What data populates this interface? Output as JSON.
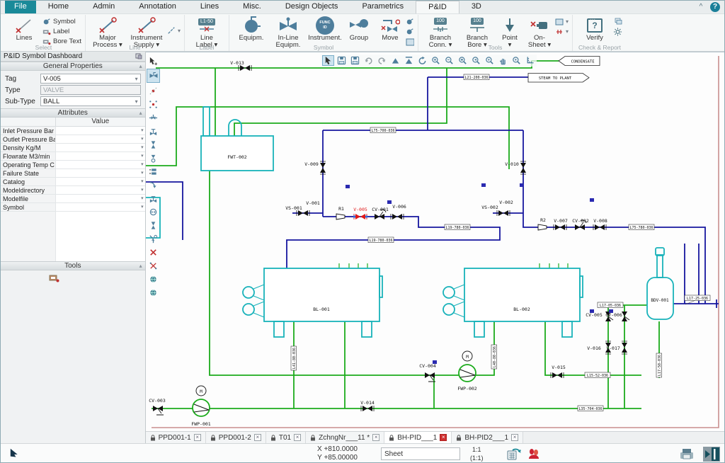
{
  "window": {
    "help_glyph": "?",
    "collapse_glyph": "^"
  },
  "colors": {
    "accent_teal": "#1a8a99",
    "process_green": "#1cab1c",
    "steam_navy": "#16169e",
    "equipment_cyan": "#18b2ba",
    "selected_red": "#e01818",
    "sheet_border_pink": "#c98f8f",
    "ribbon_icon_steel": "#4e7e9c"
  },
  "ribbon": {
    "tabs": [
      "File",
      "Home",
      "Admin",
      "Annotation",
      "Lines",
      "Misc.",
      "Design Objects",
      "Parametrics",
      "P&ID",
      "3D"
    ],
    "active_tab": "P&ID",
    "groups": {
      "select": {
        "title": "Select",
        "big0": "Lines",
        "small": [
          "Symbol",
          "Label",
          "Bore Text"
        ]
      },
      "line": {
        "title": "Line",
        "big": [
          "Major\nProcess ▾",
          "Instrument\nSupply ▾"
        ]
      },
      "label": {
        "title": "Label",
        "big0": "Line\nLabel ▾",
        "badge": "L1-50"
      },
      "symbol": {
        "title": "Symbol",
        "big": [
          "Equipm.",
          "In-Line\nEquipm.",
          "Instrument.",
          "Group",
          "Move"
        ]
      },
      "tools": {
        "title": "Tools",
        "big": [
          "Branch\nConn. ▾",
          "Branch\nBore ▾",
          "Point\n▾",
          "On-\nSheet ▾"
        ],
        "badge_conn": "100",
        "badge_bore": "100"
      },
      "check": {
        "title": "Check & Report",
        "big0": "Verify"
      }
    },
    "icon_texts": {
      "func": "FUNC",
      "id": "ID",
      "verify": "?"
    }
  },
  "canvas_toolbar": {
    "icons": [
      "select-arrow",
      "save",
      "save-as",
      "undo",
      "redo",
      "zoom-top",
      "zoom-extent-top",
      "refresh",
      "zoom-in",
      "zoom-out",
      "zoom-window",
      "zoom-previous",
      "zoom-all",
      "pan-hand",
      "visual-select",
      "measure"
    ]
  },
  "left_toolbar": {
    "icons": [
      "cursor-plus",
      "inline-valve",
      "point-marker",
      "scatter-symbols",
      "branch-point",
      "tee-valve",
      "vertical-valve",
      "three-way-valve",
      "xy-coords",
      "elbow-valve",
      "actuated-valve",
      "circle-valve",
      "actuated-valve-2",
      "angle-valve",
      "delete-x",
      "delete-x-2",
      "world-view",
      "world-select"
    ]
  },
  "sidebar": {
    "title": "P&ID Symbol Dashboard",
    "sections": {
      "general": "General Properties",
      "attributes": "Attributes",
      "tools": "Tools"
    },
    "fields": [
      {
        "label": "Tag",
        "value": "V-005"
      },
      {
        "label": "Type",
        "value": "VALVE"
      },
      {
        "label": "Sub-Type",
        "value": "BALL"
      }
    ],
    "attributes": {
      "value_header": "Value",
      "rows": [
        "Inlet Pressure Bar",
        "Outlet Pressure Bar",
        "Density Kg/M",
        "Flowrate M3/min",
        "Operating Temp C",
        "Failure State",
        "Catalog",
        "Modeldirectory",
        "Modelfile",
        "Symbol"
      ]
    }
  },
  "diagram": {
    "flags": {
      "condensate": "CONDENSATE",
      "steam": "STEAM TO PLANT"
    },
    "tags": [
      {
        "t": "FWT-002"
      },
      {
        "t": "BL-001"
      },
      {
        "t": "BL-002"
      },
      {
        "t": "BDV-001"
      },
      {
        "t": "FWP-001"
      },
      {
        "t": "FWP-002"
      },
      {
        "t": "V-013"
      },
      {
        "t": "V-009"
      },
      {
        "t": "V-010"
      },
      {
        "t": "VS-001"
      },
      {
        "t": "V-001"
      },
      {
        "t": "R1"
      },
      {
        "t": "V-005"
      },
      {
        "t": "CV-001"
      },
      {
        "t": "V-006"
      },
      {
        "t": "VS-002"
      },
      {
        "t": "V-002"
      },
      {
        "t": "R2"
      },
      {
        "t": "V-007"
      },
      {
        "t": "CV-002"
      },
      {
        "t": "V-008"
      },
      {
        "t": "CV-003"
      },
      {
        "t": "V-014"
      },
      {
        "t": "CV-004"
      },
      {
        "t": "V-015"
      },
      {
        "t": "CV-005"
      },
      {
        "t": "CV-006"
      },
      {
        "t": "V-016"
      },
      {
        "t": "V-017"
      },
      {
        "t": "M"
      },
      {
        "t": "M"
      }
    ],
    "line_labels": [
      {
        "t": "L75-700-036"
      },
      {
        "t": "L21-200-036"
      },
      {
        "t": "L19-780-036"
      },
      {
        "t": "L19-780-036"
      },
      {
        "t": "L75-780-036"
      },
      {
        "t": "L17-05-036"
      },
      {
        "t": "L17-25-036"
      },
      {
        "t": "L15-52-036"
      },
      {
        "t": "L35-704-036"
      },
      {
        "t": "L40-80-036"
      },
      {
        "t": "L41-80-036"
      },
      {
        "t": "L17-50-036"
      }
    ]
  },
  "doc_tabs": [
    {
      "label": "PPD001-1",
      "active": false
    },
    {
      "label": "PPD001-2",
      "active": false
    },
    {
      "label": "T01",
      "active": false
    },
    {
      "label": "ZchngNr___11 *",
      "active": false
    },
    {
      "label": "BH-PID___1",
      "active": true
    },
    {
      "label": "BH-PID2___1",
      "active": false
    }
  ],
  "status_bar": {
    "x_coord": "X +810.0000",
    "y_coord": "Y +85.00000",
    "sheet_value": "Sheet",
    "scale": "1:1",
    "scale_alt": "(1:1)"
  }
}
